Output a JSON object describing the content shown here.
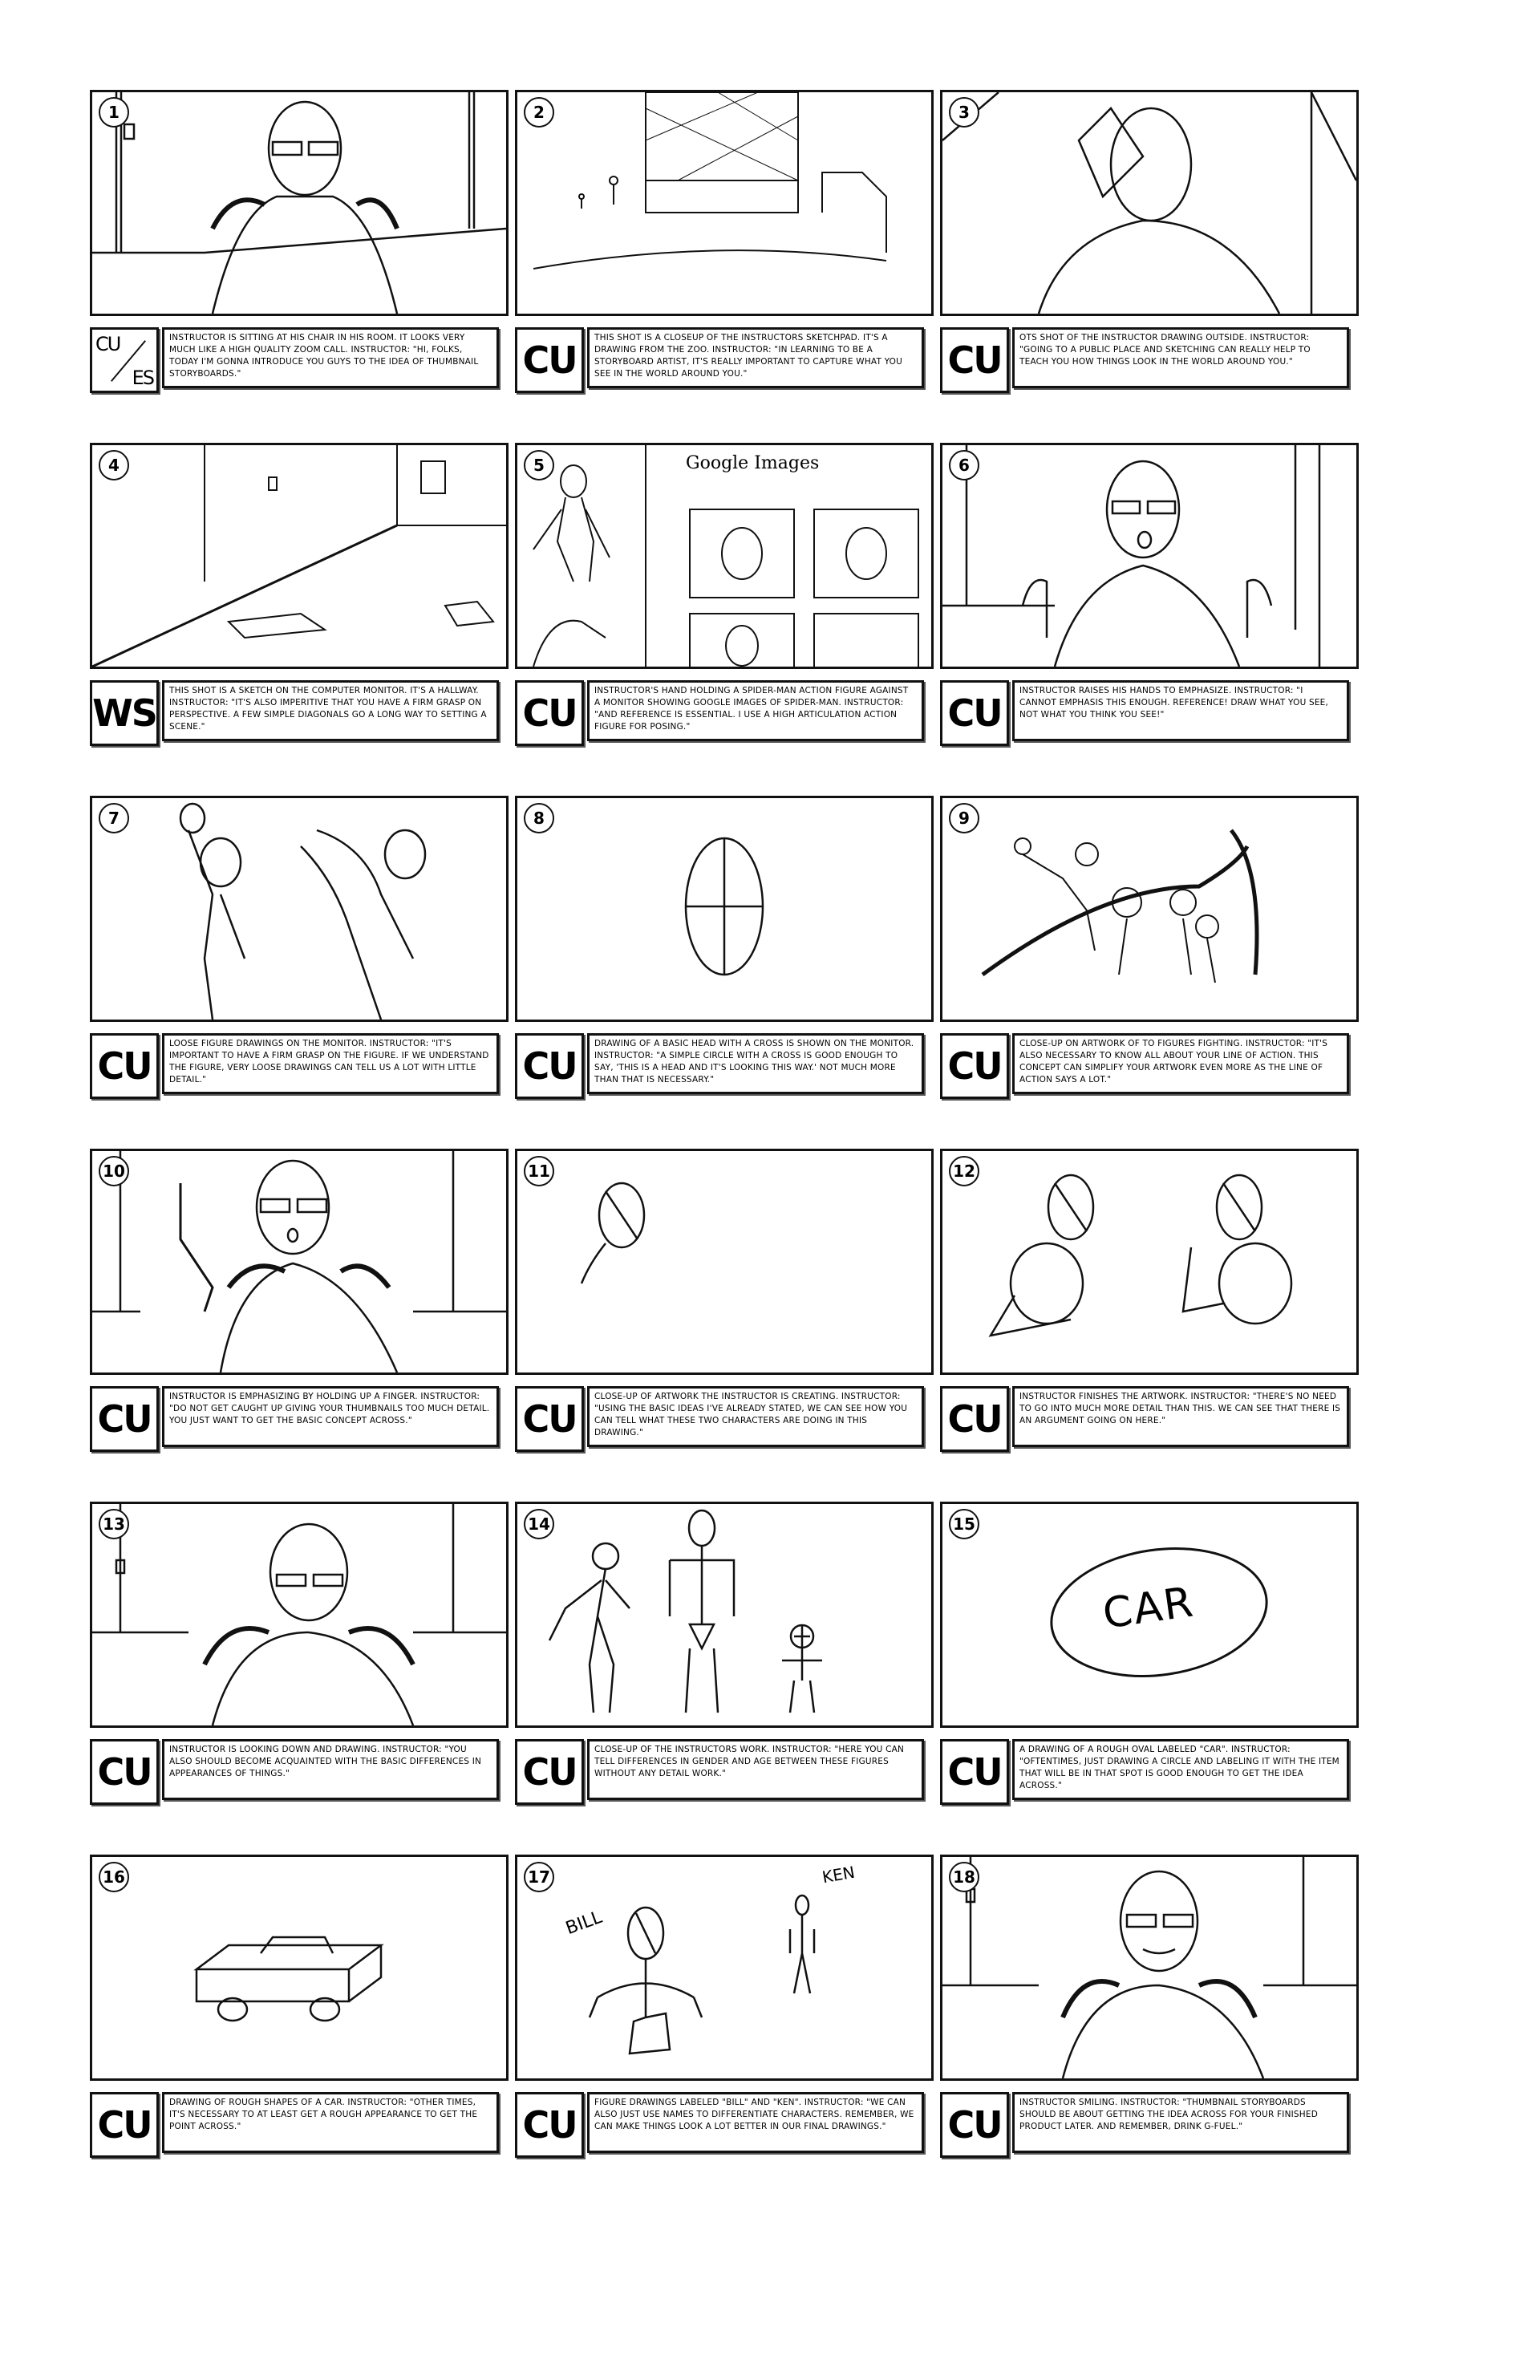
{
  "panels": [
    {
      "number": "1",
      "shot": "CU/ES",
      "shot_top": "CU",
      "shot_bottom": "ES",
      "caption": "Instructor is sitting at his chair in his room. It looks very much like a high quality zoom call. Instructor: \"Hi, folks, today I'm gonna introduce you guys to the idea of thumbnail storyboards.\""
    },
    {
      "number": "2",
      "shot": "CU",
      "caption": "This shot is a closeup of the instructors sketchpad. It's a drawing from the zoo. Instructor: \"In learning to be a storyboard artist, it's really important to capture what you see in the world around you.\""
    },
    {
      "number": "3",
      "shot": "CU",
      "caption": "OTS shot of the instructor drawing outside. Instructor: \"Going to a public place and sketching can really help to teach you how things look in the world around you.\""
    },
    {
      "number": "4",
      "shot": "WS",
      "caption": "This shot is a sketch on the computer monitor. It's a hallway. Instructor: \"It's also imperitive that you have a firm grasp on perspective. A few simple diagonals go a long way to setting a scene.\""
    },
    {
      "number": "5",
      "shot": "CU",
      "drawing_label": "Google Images",
      "caption": "Instructor's hand holding a Spider-Man action figure against a monitor showing Google images of Spider-Man. Instructor: \"And reference is essential. I use a high articulation action figure for posing.\""
    },
    {
      "number": "6",
      "shot": "CU",
      "caption": "Instructor raises his hands to emphasize. Instructor: \"I cannot emphasis this enough. Reference! Draw what you see, not what you think you see!\""
    },
    {
      "number": "7",
      "shot": "CU",
      "caption": "Loose figure drawings on the monitor. Instructor: \"It's important to have a firm grasp on the figure. If we understand the figure, very loose drawings can tell us a lot with little detail.\""
    },
    {
      "number": "8",
      "shot": "CU",
      "caption": "Drawing of a basic head with a cross is shown on the monitor. Instructor: \"A simple circle with a cross is good enough to say, 'This is a head and it's looking this way.' Not much more than that is necessary.\""
    },
    {
      "number": "9",
      "shot": "CU",
      "caption": "Close-up on artwork of to figures fighting. Instructor: \"It's also necessary to know all about your line of action. This concept can simplify your artwork even more as the line of action says a lot.\""
    },
    {
      "number": "10",
      "shot": "CU",
      "caption": "Instructor is emphasizing by holding up a finger. Instructor: \"Do not get caught up giving your thumbnails too much detail. You just want to get the basic concept across.\""
    },
    {
      "number": "11",
      "shot": "CU",
      "caption": "Close-up of artwork the instructor is creating. Instructor: \"Using the basic ideas I've already stated, we can see how you can tell what these two characters are doing in this drawing.\""
    },
    {
      "number": "12",
      "shot": "CU",
      "caption": "Instructor finishes the artwork. Instructor: \"There's no need to go into much more detail than this. We can see that there is an argument going on here.\""
    },
    {
      "number": "13",
      "shot": "CU",
      "caption": "Instructor is looking down and drawing. Instructor: \"You also should become acquainted with the basic differences in appearances of things.\""
    },
    {
      "number": "14",
      "shot": "CU",
      "caption": "Close-up of the instructors work. Instructor: \"Here you can tell differences in gender and age between these figures without any detail work.\""
    },
    {
      "number": "15",
      "shot": "CU",
      "drawing_label": "CAR",
      "caption": "A drawing of a rough oval labeled \"CAR\". Instructor: \"Oftentimes, just drawing a circle and labeling it with the item that will be in that spot is good enough to get the idea across.\""
    },
    {
      "number": "16",
      "shot": "CU",
      "caption": "Drawing of rough shapes of a car. Instructor: \"Other times, it's necessary to at least get a rough appearance to get the point across.\""
    },
    {
      "number": "17",
      "shot": "CU",
      "drawing_label_1": "BILL",
      "drawing_label_2": "KEN",
      "caption": "Figure drawings labeled \"Bill\" and \"Ken\". Instructor: \"We can also just use names to differentiate characters. Remember, we can make things look a lot better in our final drawings.\""
    },
    {
      "number": "18",
      "shot": "CU",
      "caption": "Instructor smiling. Instructor: \"Thumbnail storyboards should be about getting the idea across for your finished product later. And remember, drink G-Fuel.\""
    }
  ]
}
